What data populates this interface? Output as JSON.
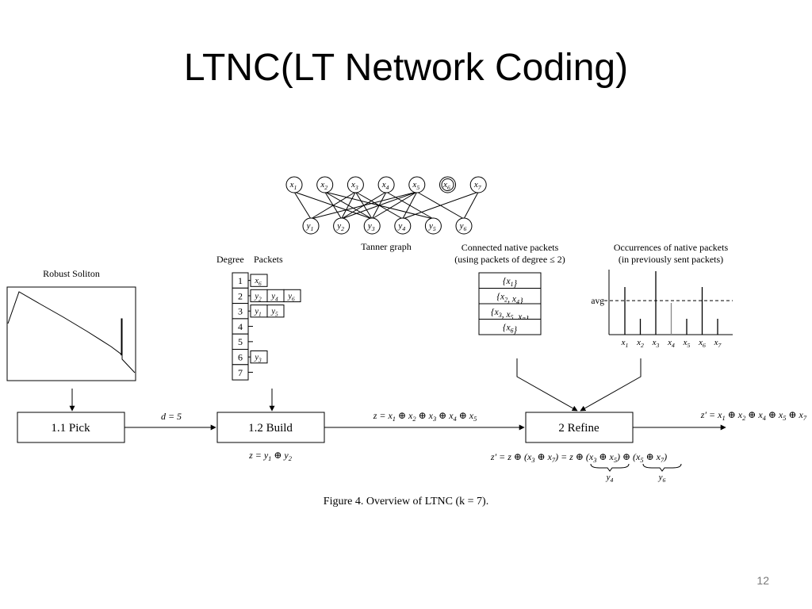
{
  "slide": {
    "title": "LTNC(LT Network Coding)",
    "page_number": "12"
  },
  "figure": {
    "caption": "Figure 4.   Overview of LTNC (k = 7).",
    "tanner": {
      "label": "Tanner graph",
      "x_nodes": [
        "x1",
        "x2",
        "x3",
        "x4",
        "x5",
        "x6",
        "x7"
      ],
      "y_nodes": [
        "y1",
        "y2",
        "y3",
        "y4",
        "y5",
        "y6"
      ],
      "edges": [
        [
          "x1",
          "y1"
        ],
        [
          "x1",
          "y3"
        ],
        [
          "x2",
          "y2"
        ],
        [
          "x2",
          "y3"
        ],
        [
          "x2",
          "y5"
        ],
        [
          "x3",
          "y1"
        ],
        [
          "x3",
          "y2"
        ],
        [
          "x3",
          "y3"
        ],
        [
          "x3",
          "y4"
        ],
        [
          "x4",
          "y2"
        ],
        [
          "x4",
          "y3"
        ],
        [
          "x4",
          "y5"
        ],
        [
          "x5",
          "y1"
        ],
        [
          "x5",
          "y2"
        ],
        [
          "x5",
          "y3"
        ],
        [
          "x5",
          "y4"
        ],
        [
          "x5",
          "y6"
        ],
        [
          "x7",
          "y4"
        ],
        [
          "x7",
          "y6"
        ]
      ]
    },
    "soliton": {
      "title": "Robust Soliton"
    },
    "degree_table": {
      "header_degree": "Degree",
      "header_packets": "Packets",
      "rows": [
        {
          "degree": "1",
          "packets": [
            "x6"
          ]
        },
        {
          "degree": "2",
          "packets": [
            "y2",
            "y4",
            "y6"
          ]
        },
        {
          "degree": "3",
          "packets": [
            "y1",
            "y5"
          ]
        },
        {
          "degree": "4",
          "packets": []
        },
        {
          "degree": "5",
          "packets": []
        },
        {
          "degree": "6",
          "packets": [
            "y3"
          ]
        },
        {
          "degree": "7",
          "packets": []
        }
      ]
    },
    "connected": {
      "title_line1": "Connected native packets",
      "title_line2": "(using packets of degree ≤ 2)",
      "rows": [
        "{x1}",
        "{x2, x4}",
        "{x3, x5, x7}",
        "{x6}"
      ]
    },
    "occurrences": {
      "title_line1": "Occurrences of native packets",
      "title_line2": "(in previously sent packets)",
      "avg_label": "avg",
      "labels": [
        "x1",
        "x2",
        "x3",
        "x4",
        "x5",
        "x6",
        "x7"
      ],
      "values": [
        3,
        1,
        4,
        2,
        1,
        3,
        1
      ]
    },
    "steps": {
      "pick": "1.1 Pick",
      "build": "1.2 Build",
      "refine": "2 Refine"
    },
    "equations": {
      "d": "d = 5",
      "z_build": "z = y1 ⊕ y2",
      "z_full": "z = x1 ⊕ x2 ⊕ x3 ⊕ x4 ⊕ x5",
      "z_prime_out": "z′ = x1 ⊕ x2 ⊕ x4 ⊕ x5 ⊕ x7",
      "z_prime_refine": "z′ = z ⊕ (x3 ⊕ x7) = z ⊕ (x3 ⊕ x5) ⊕ (x5 ⊕ x7)",
      "under_y4": "y4",
      "under_y6": "y6"
    }
  }
}
